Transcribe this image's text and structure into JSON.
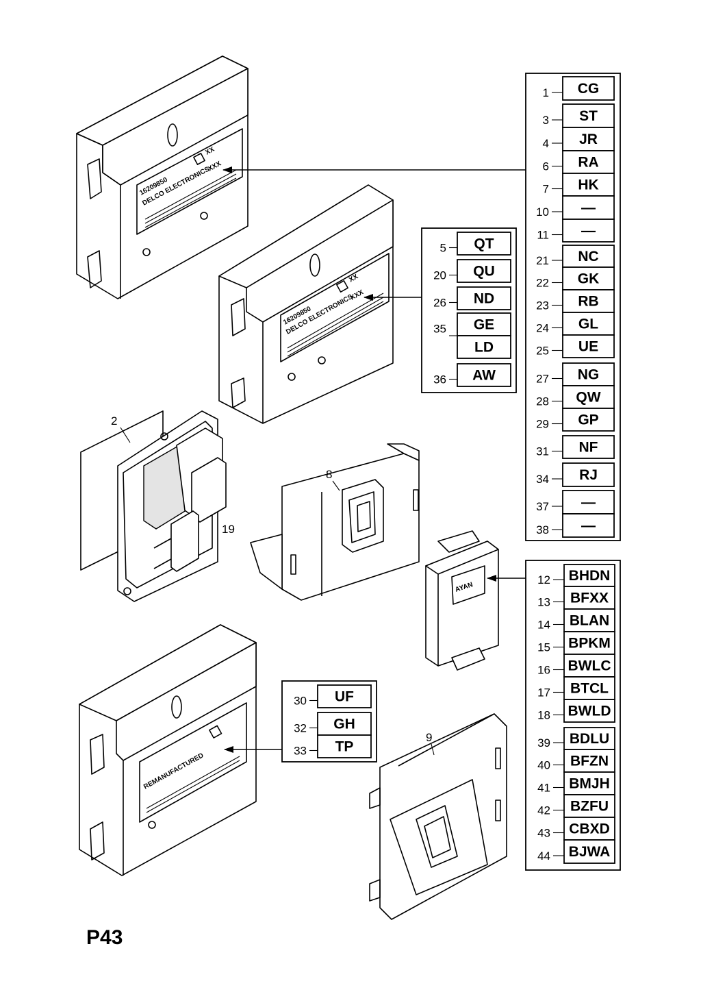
{
  "page_label": "P43",
  "parts": {
    "p2": "2",
    "p8": "8",
    "p9": "9",
    "p19": "19"
  },
  "module_labels": {
    "part_number_1": "16209850",
    "brand_1": "DELCO ELECTRONICS",
    "suffix_1": "XX",
    "variant_1": "XXX",
    "part_number_2": "16209850",
    "brand_2": "DELCO ELECTRONICS",
    "suffix_2": "XX",
    "variant_2": "XXX",
    "remanufactured": "REMANUFACTURED",
    "relay_text": "AYAN"
  },
  "tables": {
    "large": [
      {
        "num": "1",
        "code": "CG"
      },
      {
        "num": "3",
        "code": "ST"
      },
      {
        "num": "4",
        "code": "JR"
      },
      {
        "num": "6",
        "code": "RA"
      },
      {
        "num": "7",
        "code": "HK"
      },
      {
        "num": "10",
        "code": "—"
      },
      {
        "num": "11",
        "code": "—"
      },
      {
        "num": "21",
        "code": "NC"
      },
      {
        "num": "22",
        "code": "GK"
      },
      {
        "num": "23",
        "code": "RB"
      },
      {
        "num": "24",
        "code": "GL"
      },
      {
        "num": "25",
        "code": "UE"
      },
      {
        "num": "27",
        "code": "NG"
      },
      {
        "num": "28",
        "code": "QW"
      },
      {
        "num": "29",
        "code": "GP"
      },
      {
        "num": "31",
        "code": "NF"
      },
      {
        "num": "34",
        "code": "RJ"
      },
      {
        "num": "37",
        "code": "—"
      },
      {
        "num": "38",
        "code": "—"
      }
    ],
    "middle": [
      {
        "num": "5",
        "code": "QT"
      },
      {
        "num": "20",
        "code": "QU"
      },
      {
        "num": "26",
        "code": "ND"
      },
      {
        "num": "35",
        "code": "GE"
      },
      {
        "num": "",
        "code": "LD"
      },
      {
        "num": "36",
        "code": "AW"
      }
    ],
    "relay": [
      {
        "num": "12",
        "code": "BHDN"
      },
      {
        "num": "13",
        "code": "BFXX"
      },
      {
        "num": "14",
        "code": "BLAN"
      },
      {
        "num": "15",
        "code": "BPKM"
      },
      {
        "num": "16",
        "code": "BWLC"
      },
      {
        "num": "17",
        "code": "BTCL"
      },
      {
        "num": "18",
        "code": "BWLD"
      },
      {
        "num": "39",
        "code": "BDLU"
      },
      {
        "num": "40",
        "code": "BFZN"
      },
      {
        "num": "41",
        "code": "BMJH"
      },
      {
        "num": "42",
        "code": "BZFU"
      },
      {
        "num": "43",
        "code": "CBXD"
      },
      {
        "num": "44",
        "code": "BJWA"
      }
    ],
    "small": [
      {
        "num": "30",
        "code": "UF"
      },
      {
        "num": "32",
        "code": "GH"
      },
      {
        "num": "33",
        "code": "TP"
      }
    ]
  }
}
